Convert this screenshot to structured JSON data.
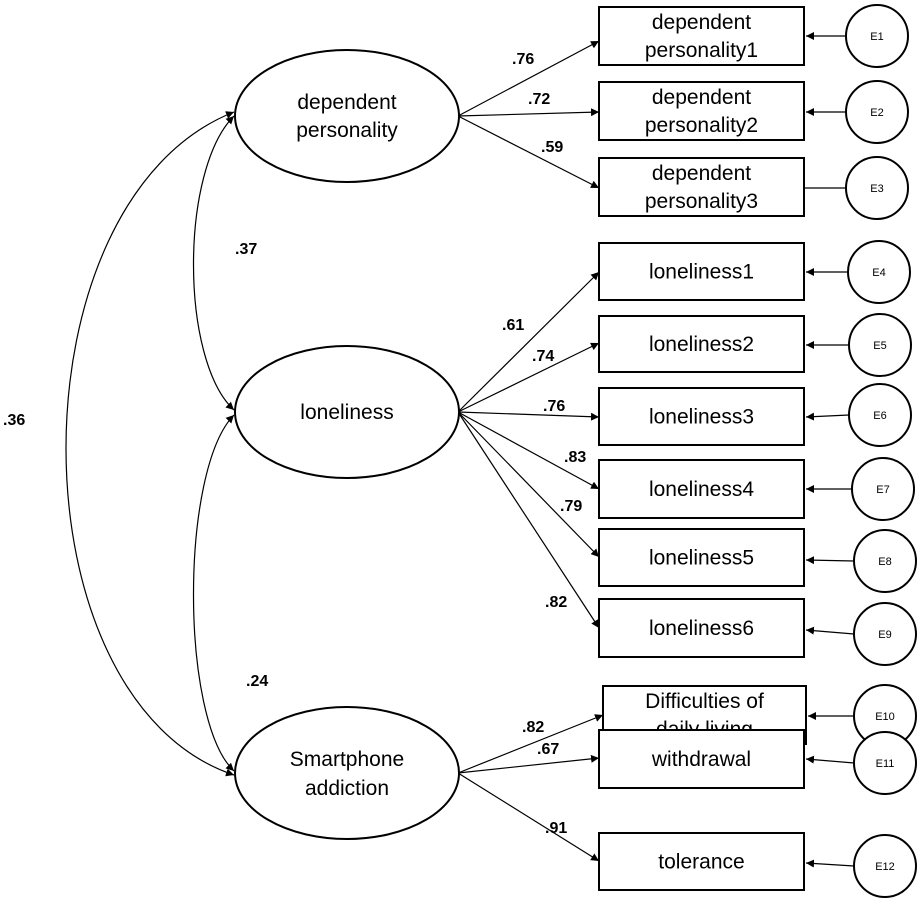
{
  "latents": {
    "dependent": [
      "dependent",
      "personality"
    ],
    "loneliness": [
      "loneliness"
    ],
    "smartphone": [
      "Smartphone",
      "addiction"
    ]
  },
  "indicators": [
    {
      "lines": [
        "dependent",
        "personality1"
      ],
      "loading": ".76",
      "error": "E1"
    },
    {
      "lines": [
        "dependent",
        "personality2"
      ],
      "loading": ".72",
      "error": "E2"
    },
    {
      "lines": [
        "dependent",
        "personality3"
      ],
      "loading": ".59",
      "error": "E3"
    },
    {
      "lines": [
        "loneliness1"
      ],
      "loading": ".61",
      "error": "E4"
    },
    {
      "lines": [
        "loneliness2"
      ],
      "loading": ".74",
      "error": "E5"
    },
    {
      "lines": [
        "loneliness3"
      ],
      "loading": ".76",
      "error": "E6"
    },
    {
      "lines": [
        "loneliness4"
      ],
      "loading": ".83",
      "error": "E7"
    },
    {
      "lines": [
        "loneliness5"
      ],
      "loading": ".79",
      "error": "E8"
    },
    {
      "lines": [
        "loneliness6"
      ],
      "loading": ".82",
      "error": "E9"
    },
    {
      "lines": [
        "Difficulties of",
        "daily living"
      ],
      "loading": ".82",
      "error": "E10"
    },
    {
      "lines": [
        "withdrawal"
      ],
      "loading": ".67",
      "error": "E11"
    },
    {
      "lines": [
        "tolerance"
      ],
      "loading": ".91",
      "error": "E12"
    }
  ],
  "correlations": {
    "dependent_loneliness": ".37",
    "loneliness_smartphone": ".24",
    "dependent_smartphone": ".36"
  }
}
